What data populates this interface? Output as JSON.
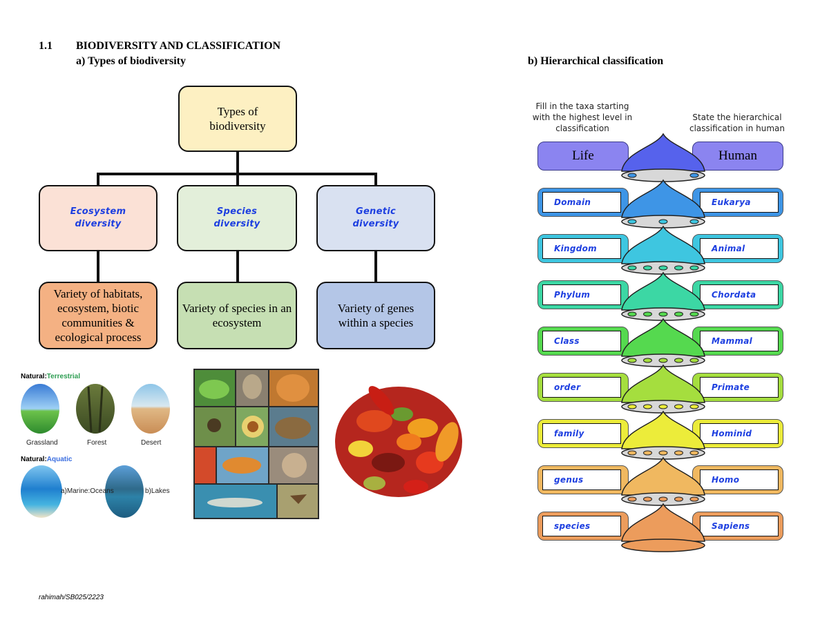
{
  "section": {
    "number": "1.1",
    "title": "BIODIVERSITY AND CLASSIFICATION"
  },
  "part_a": {
    "heading": "a) Types of biodiversity",
    "root": "Types of biodiversity",
    "types": [
      {
        "label": "Ecosystem diversity",
        "description": "Variety of habitats, ecosystem, biotic communities & ecological process"
      },
      {
        "label": "Species diversity",
        "description": "Variety of species in an ecosystem"
      },
      {
        "label": "Genetic diversity",
        "description": "Variety of genes within a species"
      }
    ],
    "habitats": {
      "terrestrial_prefix": "Natural:",
      "terrestrial_word": "Terrestrial",
      "terrestrial": [
        "Grassland",
        "Forest",
        "Desert"
      ],
      "aquatic_prefix": "Natural:",
      "aquatic_word": "Aquatic",
      "marine": "a)Marine:Oceans",
      "lakes": "b)Lakes"
    }
  },
  "part_b": {
    "heading": "b) Hierarchical classification",
    "left_note": "Fill in the taxa starting with the highest level in classification",
    "right_note": "State the hierarchical classification in human",
    "top_left": "Life",
    "top_right": "Human",
    "levels": [
      {
        "taxon": "Domain",
        "human": "Eukarya",
        "color": "#3e95e6"
      },
      {
        "taxon": "Kingdom",
        "human": "Animal",
        "color": "#3ec6e0"
      },
      {
        "taxon": "Phylum",
        "human": "Chordata",
        "color": "#3cd7a4"
      },
      {
        "taxon": "Class",
        "human": "Mammal",
        "color": "#55d94f"
      },
      {
        "taxon": "order",
        "human": "Primate",
        "color": "#a5de3e"
      },
      {
        "taxon": "family",
        "human": "Hominid",
        "color": "#ecec3a"
      },
      {
        "taxon": "genus",
        "human": "Homo",
        "color": "#f0b860"
      },
      {
        "taxon": "species",
        "human": "Sapiens",
        "color": "#ec9c5c"
      }
    ],
    "top_color": "#5662ec"
  },
  "footer": "rahimah/SB025/2223"
}
